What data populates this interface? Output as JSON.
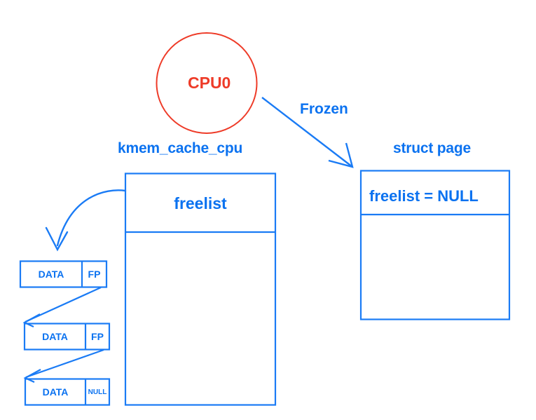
{
  "diagram": {
    "title_colors": {
      "accent_blue": "#0b72f0",
      "accent_red": "#ee3b28",
      "background": "#ffffff"
    },
    "cpu_node": {
      "label": "CPU0",
      "shape": "circle",
      "stroke": "#ee3b28"
    },
    "frozen_edge": {
      "label": "Frozen"
    },
    "kmem_cache_cpu": {
      "heading": "kmem_cache_cpu",
      "rows": [
        {
          "label": "freelist"
        },
        {
          "label": ""
        }
      ]
    },
    "struct_page": {
      "heading": "struct page",
      "rows": [
        {
          "label": "freelist = NULL"
        },
        {
          "label": ""
        }
      ]
    },
    "freelist_objects": [
      {
        "data": "DATA",
        "pointer": "FP"
      },
      {
        "data": "DATA",
        "pointer": "FP"
      },
      {
        "data": "DATA",
        "pointer": "NULL"
      }
    ]
  }
}
